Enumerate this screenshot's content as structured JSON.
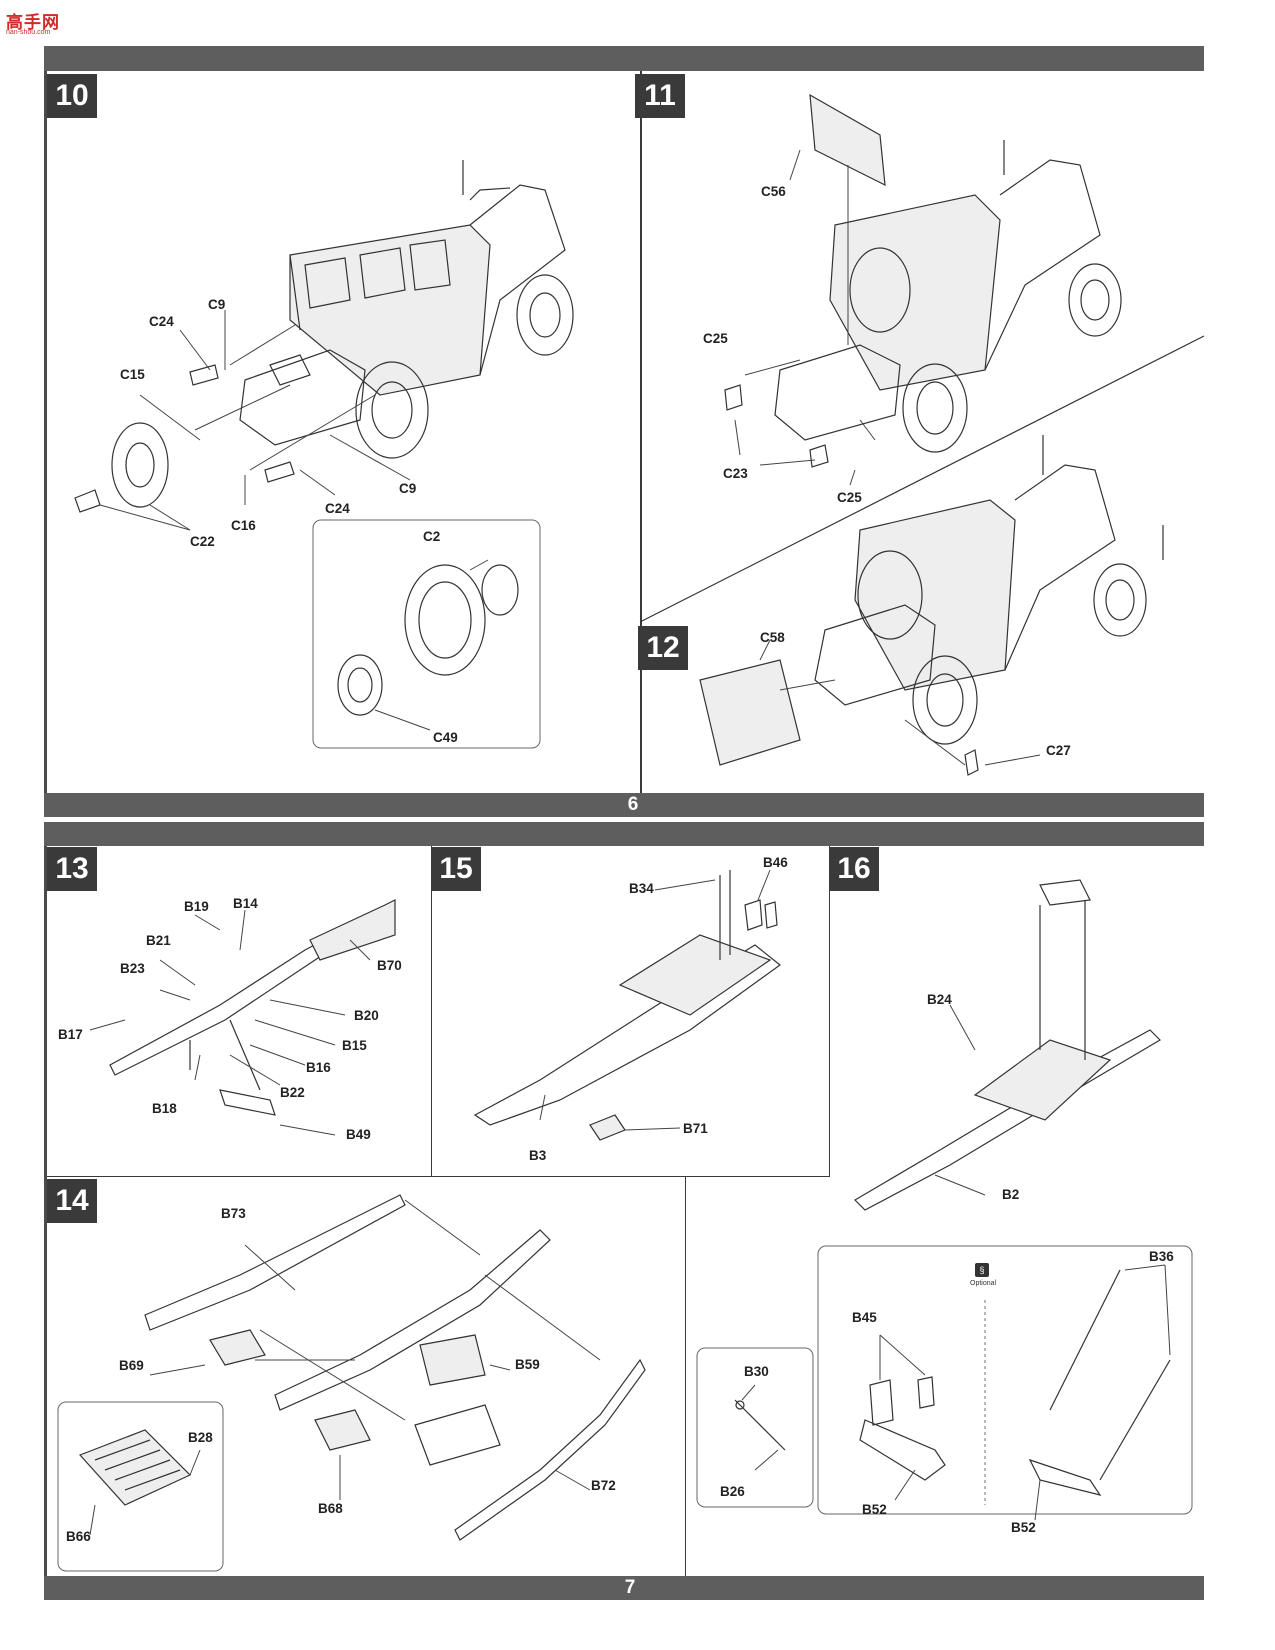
{
  "watermark": {
    "text": "高手网",
    "url": "nan-shou.com"
  },
  "pages": [
    {
      "number": "6"
    },
    {
      "number": "7"
    }
  ],
  "steps": {
    "s10": {
      "num": "10",
      "parts": [
        "C9",
        "C24",
        "C15",
        "C9",
        "C24",
        "C16",
        "C22"
      ],
      "inset_parts": [
        "C2",
        "C49"
      ]
    },
    "s11": {
      "num": "11",
      "parts": [
        "C56",
        "C25",
        "C23",
        "C25"
      ]
    },
    "s12": {
      "num": "12",
      "parts": [
        "C58",
        "C27"
      ]
    },
    "s13": {
      "num": "13",
      "parts": [
        "B19",
        "B14",
        "B21",
        "B23",
        "B70",
        "B20",
        "B17",
        "B15",
        "B16",
        "B22",
        "B18",
        "B49"
      ]
    },
    "s15": {
      "num": "15",
      "parts": [
        "B34",
        "B46",
        "B71",
        "B3"
      ]
    },
    "s16": {
      "num": "16",
      "parts": [
        "B24",
        "B2"
      ],
      "inset_parts": [
        "B36",
        "B45",
        "B52",
        "B52"
      ],
      "optional_label": "Optional"
    },
    "s14": {
      "num": "14",
      "parts": [
        "B73",
        "B69",
        "B59",
        "B72",
        "B68"
      ],
      "inset_parts": [
        "B28",
        "B66"
      ]
    },
    "s16_small": {
      "parts": [
        "B30",
        "B26"
      ]
    }
  }
}
